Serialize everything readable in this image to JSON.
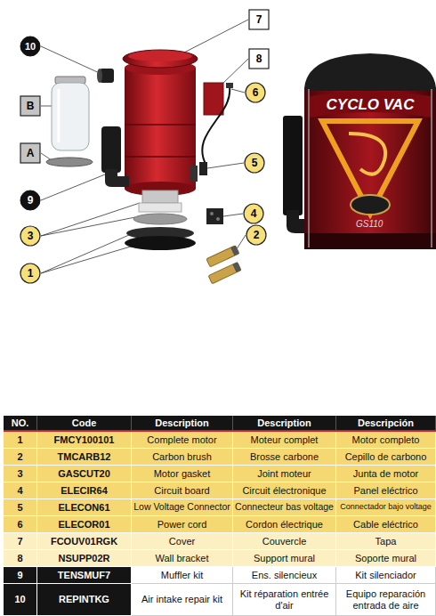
{
  "diagram": {
    "nodes": [
      {
        "text": [
          "7"
        ]
      },
      {
        "text": [
          "10"
        ]
      },
      {
        "text": [
          "8"
        ]
      },
      {
        "text": [
          "6"
        ]
      },
      {
        "text": [
          "B"
        ]
      },
      {
        "text": [
          "A"
        ]
      },
      {
        "text": [
          "5"
        ]
      },
      {
        "text": [
          "9"
        ]
      },
      {
        "text": [
          "4"
        ]
      },
      {
        "text": [
          "2"
        ]
      },
      {
        "text": [
          "3"
        ]
      },
      {
        "text": [
          "1"
        ]
      }
    ],
    "labels": [
      "CYCLO VAC",
      "GS110",
      "NO.",
      "Code",
      "Description",
      "Description",
      "Descripción",
      "1",
      "FMCY100101",
      "Complete motor",
      "Moteur complet",
      "Motor completo",
      "2",
      "TMCARB12",
      "Carbon brush",
      "Brosse carbone",
      "Cepillo de carbono",
      "3",
      "GASCUT20",
      "Motor gasket",
      "Joint moteur",
      "Junta de motor",
      "4",
      "ELECIR64",
      "Circuit board",
      "Circuit électronique",
      "Panel eléctrico",
      "5",
      "ELECON61",
      "Low Voltage Connector",
      "Connecteur bas voltage",
      "Connectador bajo voltage",
      "6",
      "ELECOR01",
      "Power cord",
      "Cordon électrique",
      "Cable eléctrico",
      "7",
      "FCOUV01RGK",
      "Cover",
      "Couvercle",
      "Tapa",
      "8",
      "NSUPP02R",
      "Wall bracket",
      "Support mural",
      "Soporte mural",
      "9",
      "TENSMUF7",
      "Muffler kit",
      "Ens. silencieux",
      "Kit silenciador",
      "10",
      "REPINTKG",
      "Air intake repair kit",
      "Kit réparation entrée d'air",
      "Equipo reparación entrada de aire"
    ]
  }
}
